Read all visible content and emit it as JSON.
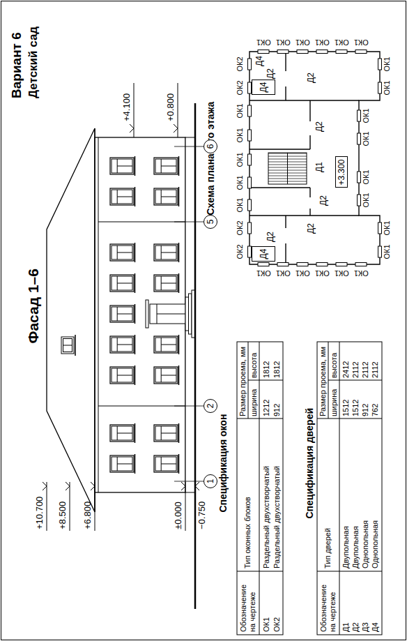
{
  "diagram": {
    "title": "Вариант 6",
    "nodes": [
      {
        "text": [
          "1"
        ]
      },
      {
        "text": [
          "2"
        ]
      },
      {
        "text": [
          "5"
        ]
      },
      {
        "text": [
          "6"
        ]
      },
      {
        "text": [
          "Д4"
        ]
      },
      {
        "text": [
          "+3.300"
        ]
      },
      {
        "text": [
          "Д4"
        ]
      }
    ],
    "labels": [
      "Детский сад",
      "Фасад 1–6",
      "+10.700",
      "+8.500",
      "+6.800",
      "±0.000",
      "−0.750",
      "+4.100",
      "+0.800",
      "Схема плана 2-го этажа",
      "ОК2",
      "ОК2",
      "ОК1",
      "ОК1",
      "ОК1",
      "ОК1",
      "ОК1",
      "ОК2",
      "ОК2",
      "ОК1",
      "ОК1",
      "ОК1",
      "ОК1",
      "ОК1",
      "ОК1",
      "ОК1",
      "ОК1",
      "ОК1",
      "ОК1",
      "ОК1",
      "ОК1",
      "ОК1",
      "ОК1",
      "ОК1",
      "ОК1",
      "ОК1",
      "ОК1",
      "ОК1",
      "ОК1",
      "Д2",
      "Д2",
      "Д2",
      "Д1",
      "Д2",
      "Д2",
      "Д4",
      "Д2",
      "Спецификация окон",
      "Обозначение на чертеже",
      "Тип оконных блоков",
      "Размер проема, мм",
      "ширина",
      "высота",
      "ОК1",
      "Раздельный двухстворчатый",
      "1212",
      "1812",
      "ОК2",
      "Раздельный двухстворчатый",
      "912",
      "1812",
      "Спецификация дверей",
      "Обозначение на чертеже",
      "Тип дверей",
      "Размер проема, мм",
      "ширина",
      "высота",
      "Д1",
      "Двупольная",
      "1512",
      "2412",
      "Д2",
      "Двупольная",
      "1512",
      "2112",
      "Д3",
      "Однопольная",
      "912",
      "2112",
      "Д4",
      "Однопольная",
      "762",
      "2112"
    ]
  }
}
